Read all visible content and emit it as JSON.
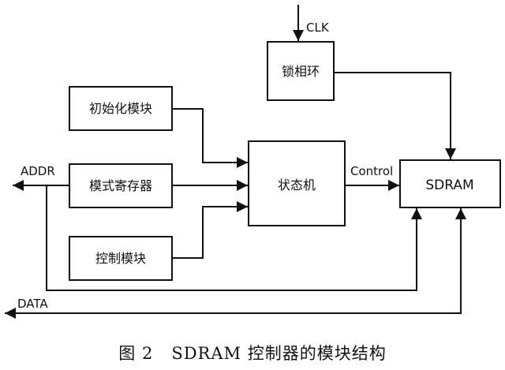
{
  "blocks": {
    "pll": "锁相环",
    "init": "初始化模块",
    "mode": "模式寄存器",
    "ctrl": "控制模块",
    "fsm": "状态机",
    "sdram": "SDRAM"
  },
  "signals": {
    "clk": "CLK",
    "addr": "ADDR",
    "control": "Control",
    "data": "DATA"
  },
  "caption": "图 2   SDRAM 控制器的模块结构"
}
